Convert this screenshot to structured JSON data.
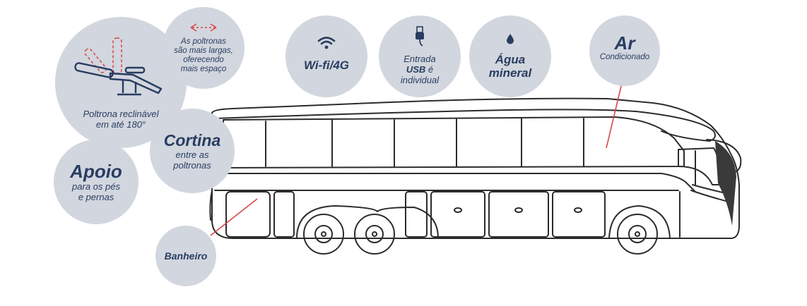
{
  "colors": {
    "bubble": "#d2d6de",
    "text": "#283d61",
    "accent": "#d6454a",
    "outline": "#2c2c2c"
  },
  "features": {
    "poltronas_largas": {
      "icon": "width-arrows-icon",
      "lines": [
        "As poltronas",
        "são mais largas,",
        "oferecendo",
        "mais espaço"
      ]
    },
    "poltrona_reclinavel": {
      "icon": "reclining-seat-icon",
      "lines": [
        "Poltrona reclinável",
        "em até 180°"
      ]
    },
    "apoio": {
      "title": "Apoio",
      "lines": [
        "para os pés",
        "e pernas"
      ]
    },
    "cortina": {
      "title": "Cortina",
      "lines": [
        "entre as",
        "poltronas"
      ]
    },
    "banheiro": {
      "title": "Banheiro"
    },
    "wifi": {
      "icon": "wifi-icon",
      "title": "Wi-fi/4G"
    },
    "usb": {
      "icon": "usb-plug-icon",
      "line1": "Entrada",
      "line2_bold": "USB",
      "line2_rest": " é",
      "line3": "individual"
    },
    "agua": {
      "icon": "water-drop-icon",
      "line1": "Água",
      "line2": "mineral"
    },
    "ar": {
      "title": "Ar",
      "subtitle": "Condicionado"
    }
  },
  "bus": {
    "icon": "double-decker-bus-outline"
  }
}
